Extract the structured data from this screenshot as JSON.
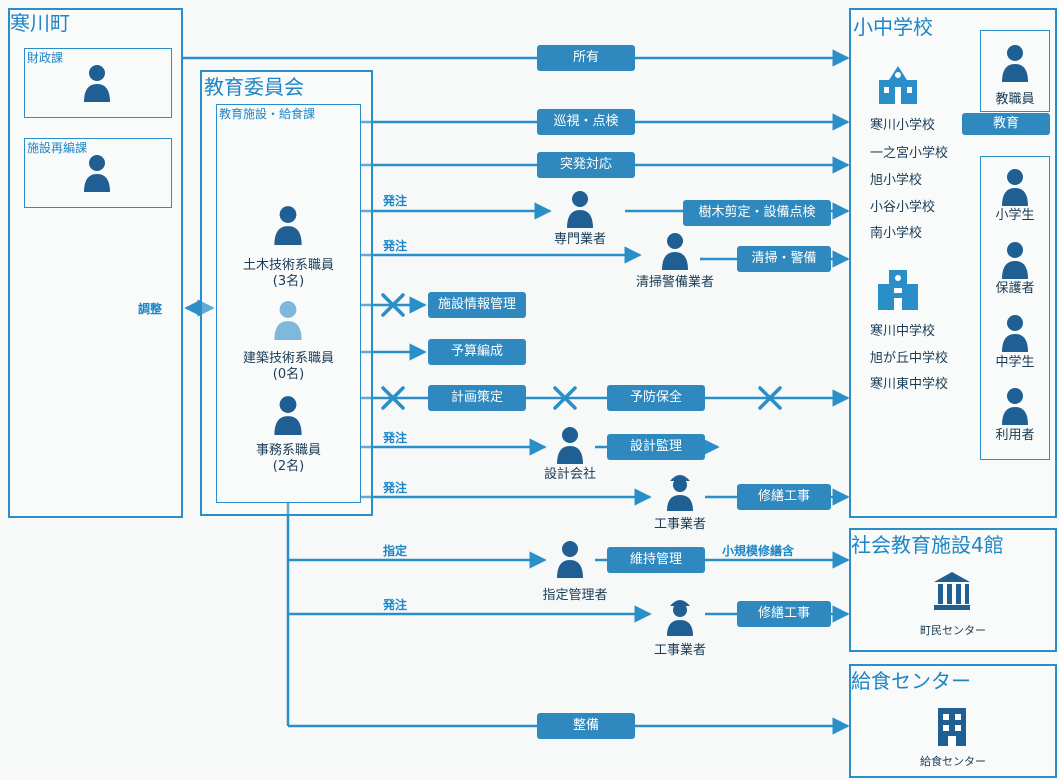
{
  "kawagawa": {
    "title": "寒川町",
    "finance": "財政課",
    "facility": "施設再編課",
    "adjust": "調整"
  },
  "board": {
    "title": "教育委員会",
    "section": "教育施設・給食課",
    "civil_staff": "土木技術系職員",
    "civil_count": "(3名)",
    "arch_staff": "建築技術系職員",
    "arch_count": "(0名)",
    "office_staff": "事務系職員",
    "office_count": "(2名)"
  },
  "school": {
    "title": "小中学校",
    "elementary": [
      "寒川小学校",
      "一之宮小学校",
      "旭小学校",
      "小谷小学校",
      "南小学校"
    ],
    "junior": [
      "寒川中学校",
      "旭が丘中学校",
      "寒川東中学校"
    ],
    "teacher": "教職員",
    "education": "教育",
    "people": [
      "小学生",
      "保護者",
      "中学生",
      "利用者"
    ]
  },
  "social": {
    "title": "社会教育施設4館",
    "center": "町民センター"
  },
  "lunch": {
    "title": "給食センター",
    "center": "給食センター"
  },
  "actors": {
    "specialist": "専門業者",
    "cleaning": "清掃警備業者",
    "design": "設計会社",
    "contractor1": "工事業者",
    "manager": "指定管理者",
    "contractor2": "工事業者"
  },
  "labels": {
    "ownership": "所有",
    "patrol": "巡視・点検",
    "emergency": "突発対応",
    "tree": "樹木剪定・設備点検",
    "clean": "清掃・警備",
    "info": "施設情報管理",
    "budget": "予算編成",
    "plan": "計画策定",
    "preventive": "予防保全",
    "supervision": "設計監理",
    "repair1": "修繕工事",
    "maintenance": "維持管理",
    "small_repair": "小規模修繕含",
    "repair2": "修繕工事",
    "maint": "整備",
    "order": "発注",
    "designate": "指定"
  },
  "colors": {
    "accent": "#2a8fc9",
    "label_bg": "#2f89bf",
    "staff_dark": "#1f5f93",
    "staff_light": "#7fb8dc"
  }
}
